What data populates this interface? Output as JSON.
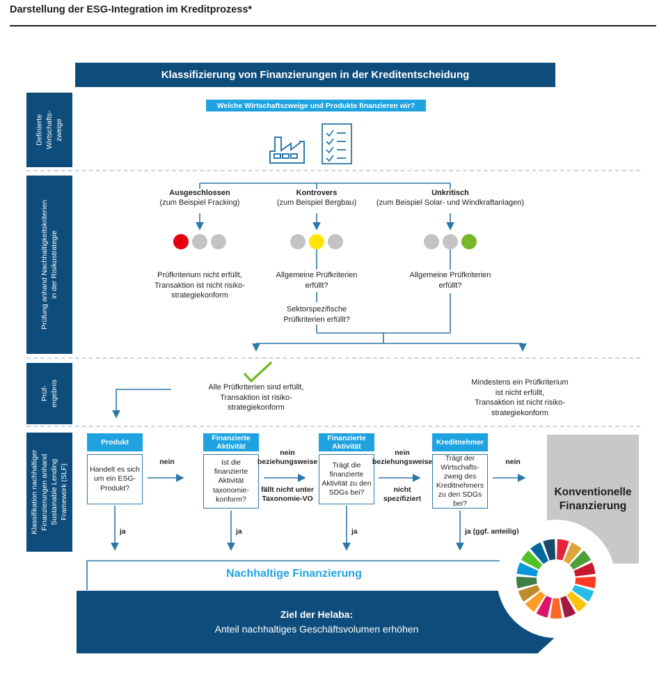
{
  "page": {
    "title": "Darstellung der ESG-Integration im Kreditprozess*"
  },
  "colors": {
    "navy": "#0E4D7B",
    "cyan": "#1FA3E0",
    "line": "#2D77A8",
    "dash": "#C9D6E0",
    "gray_box": "#C8C8C8",
    "red": "#E3000F",
    "yellow": "#FFE500",
    "green": "#76B82A",
    "gray": "#C3C3C3",
    "check_green": "#7AB929"
  },
  "header": {
    "title": "Klassifizierung von Finanzierungen in der Kreditentscheidung"
  },
  "question_badge": "Welche Wirtschaftszweige und Produkte finanzieren wir?",
  "icons": {
    "factory": "factory-icon",
    "checklist": "checklist-icon",
    "sdg_wheel": "sdg-wheel-icon"
  },
  "sidebar": {
    "sections": [
      {
        "label": "Definierte\nWirtschafts-\nzweige"
      },
      {
        "label": "Prüfung anhand Nachhaltigkeitskriterien\nin der Risikostrategie"
      },
      {
        "label": "Prüf-\nergebnis"
      },
      {
        "label": "Klassifikation nachhaltiger\nFinanzierungen anhand\nSustainable Lending\nFramework (SLF)"
      }
    ]
  },
  "screening": {
    "columns": [
      {
        "title": "Ausgeschlossen",
        "subtitle": "(zum Beispiel Fracking)",
        "lights": [
          "red",
          "gray",
          "gray"
        ],
        "result": "Prüfkriterium nicht erfüllt,\nTransaktion ist nicht risiko-\nstrategiekonform"
      },
      {
        "title": "Kontrovers",
        "subtitle": "(zum Beispiel Bergbau)",
        "lights": [
          "gray",
          "yellow",
          "gray"
        ],
        "result": "Allgemeine Prüfkriterien\nerfüllt?",
        "followup": "Sektorspezifische\nPrüfkriterien erfüllt?"
      },
      {
        "title": "Unkritisch",
        "subtitle": "(zum Beispiel Solar- und Windkraftanlagen)",
        "lights": [
          "gray",
          "gray",
          "green"
        ],
        "result": "Allgemeine Prüfkriterien\nerfüllt?"
      }
    ]
  },
  "result": {
    "positive": "Alle Prüfkriterien sind erfüllt,\nTransaktion ist risiko-\nstrategiekonform",
    "negative": "Mindestens ein Prüfkriterium\nist nicht erfüllt,\nTransaktion ist nicht risiko-\nstrategiekonform"
  },
  "slf": {
    "steps": [
      {
        "header": "Produkt",
        "question": "Handelt es sich\num ein ESG-\nProdukt?",
        "yes": "ja"
      },
      {
        "header": "Finanzierte\nAktivität",
        "question": "Ist die finanzierte\nAktivität\ntaxonomie-\nkonform?",
        "yes": "ja"
      },
      {
        "header": "Finanzierte\nAktivität",
        "question": "Trägt die\nfinanzierte\nAktivität zu den\nSDGs bei?",
        "yes": "ja"
      },
      {
        "header": "Kreditnehmer",
        "question": "Trägt der\nWirtschafts-\nzweig des\nKreditnehmers\nzu den SDGs bei?",
        "yes": "ja (ggf. anteilig)"
      }
    ],
    "no_labels": [
      {
        "top": "nein",
        "bottom": ""
      },
      {
        "top": "nein\nbeziehungsweise",
        "bottom": "fällt nicht unter\nTaxonomie-VO"
      },
      {
        "top": "nein\nbeziehungsweise",
        "bottom": "nicht\nspezifiziert"
      },
      {
        "top": "nein",
        "bottom": ""
      }
    ],
    "conventional": "Konventionelle\nFinanzierung",
    "sustainable": "Nachhaltige Finanzierung"
  },
  "goal": {
    "line1": "Ziel der Helaba:",
    "line2": "Anteil nachhaltiges Geschäftsvolumen erhöhen"
  },
  "sdg_wheel": {
    "colors": [
      "#E5243B",
      "#DDA63A",
      "#4C9F38",
      "#C5192D",
      "#FF3A21",
      "#26BDE2",
      "#FCC30B",
      "#A21942",
      "#FD6925",
      "#DD1367",
      "#FD9D24",
      "#BF8B2E",
      "#3F7E44",
      "#0A97D9",
      "#56C02B",
      "#00689D",
      "#19486A"
    ]
  }
}
